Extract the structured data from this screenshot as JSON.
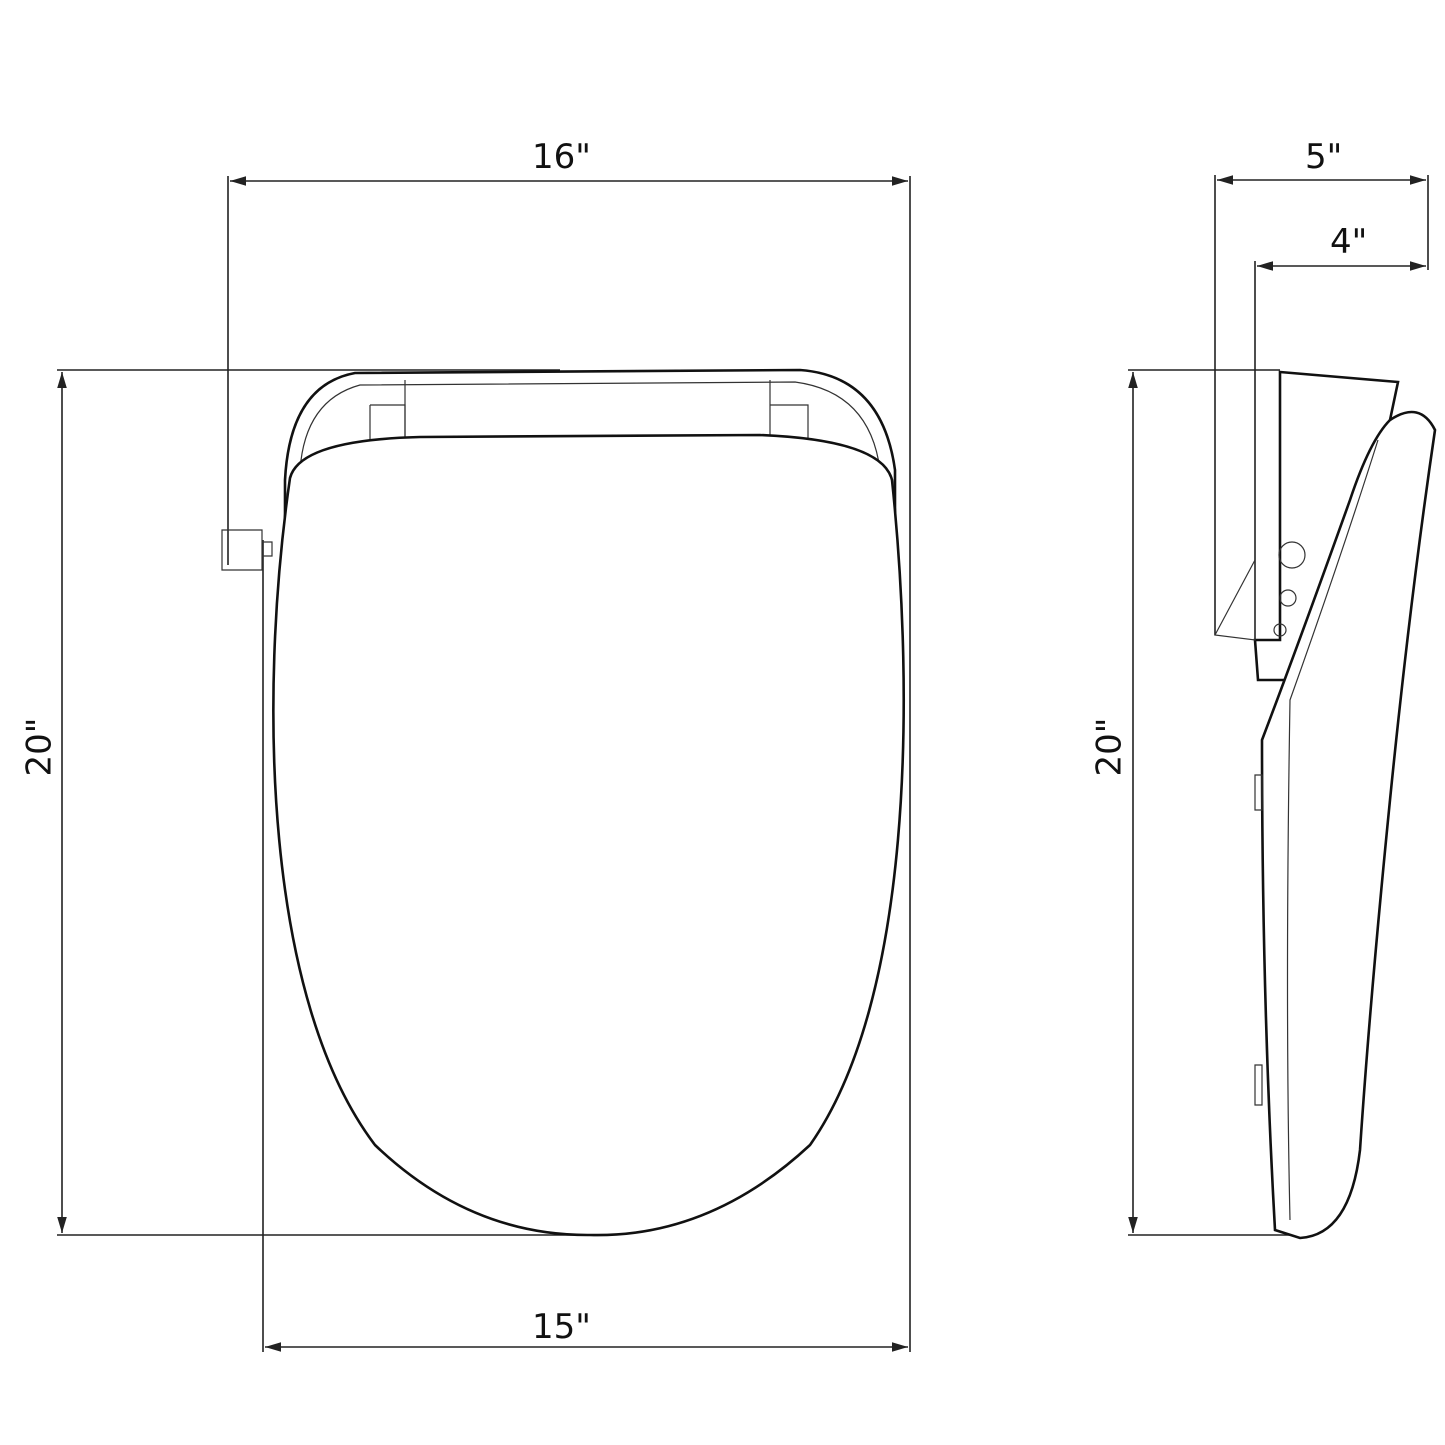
{
  "front_view": {
    "width_top": "16\"",
    "width_bottom": "15\"",
    "height": "20\""
  },
  "side_view": {
    "depth_total": "5\"",
    "depth_base": "4\"",
    "height": "20\""
  }
}
